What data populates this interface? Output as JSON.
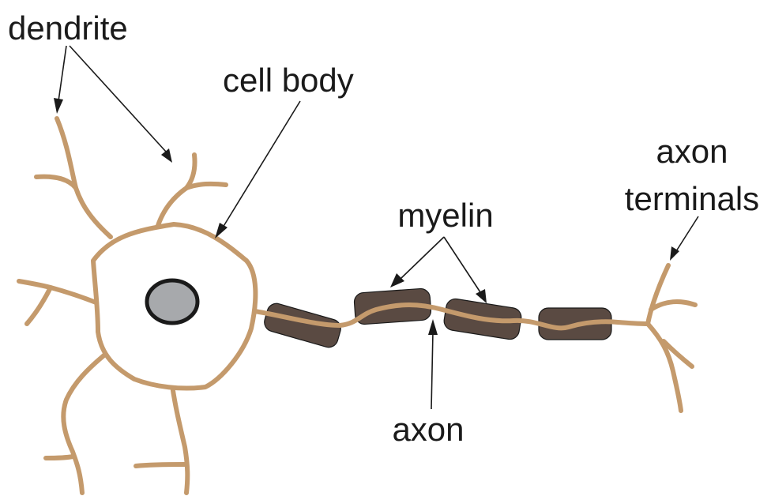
{
  "labels": {
    "dendrite": "dendrite",
    "cell_body": "cell body",
    "myelin": "myelin",
    "axon": "axon",
    "axon_terminals_line1": "axon",
    "axon_terminals_line2": "terminals"
  },
  "colors": {
    "neuron": "#c49a6c",
    "myelin": "#5a4a42",
    "nucleus": "#a7a9ac",
    "outline": "#1a1a1a",
    "background": "#ffffff"
  }
}
